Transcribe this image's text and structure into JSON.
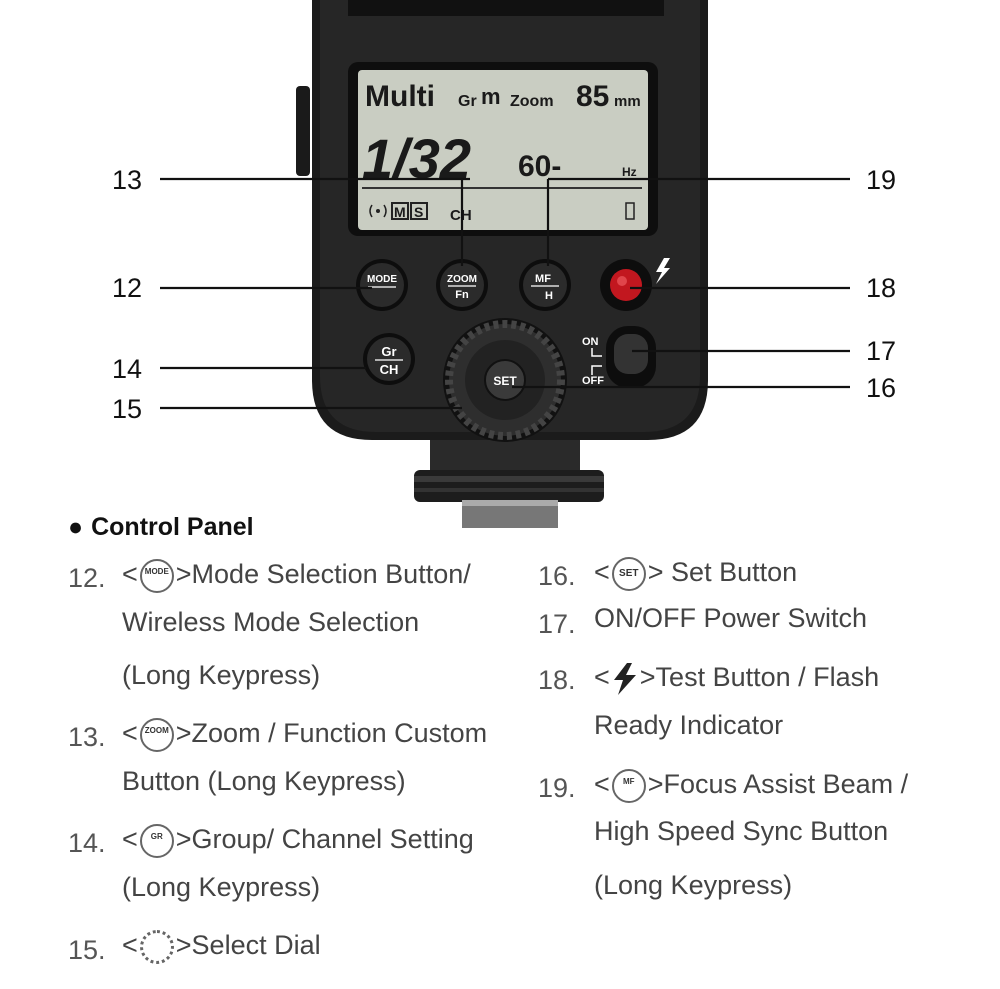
{
  "lcd": {
    "mode": "Multi",
    "group_label": "Gr",
    "group_value": "m",
    "zoom_label": "Zoom",
    "zoom_value": "85",
    "zoom_unit": "mm",
    "power": "1/32",
    "frequency": "60-",
    "freq_unit": "Hz",
    "channel_label": "CH",
    "m_label": "M",
    "s_label": "S"
  },
  "buttons": {
    "mode_top": "MODE",
    "zoom_top": "ZOOM",
    "zoom_bottom": "Fn",
    "mf_top": "MF",
    "mf_bottom": "H",
    "gr_top": "Gr",
    "gr_bottom": "CH",
    "set": "SET",
    "on": "ON",
    "off": "OFF"
  },
  "callouts": [
    "12",
    "13",
    "14",
    "15",
    "16",
    "17",
    "18",
    "19"
  ],
  "section_title": "Control Panel",
  "items": [
    {
      "num": "12.",
      "icon": "MODE",
      "line1": ">Mode Selection Button/",
      "line2": "Wireless Mode Selection",
      "line3": "(Long Keypress)"
    },
    {
      "num": "13.",
      "icon": "ZOOM",
      "line1": ">Zoom / Function Custom",
      "line2": "Button (Long Keypress)"
    },
    {
      "num": "14.",
      "icon": "GR",
      "line1": ">Group/ Channel Setting",
      "line2": "(Long Keypress)"
    },
    {
      "num": "15.",
      "icon": "dial",
      "line1": ">Select Dial"
    },
    {
      "num": "16.",
      "icon": "SET",
      "line1": "> Set Button"
    },
    {
      "num": "17.",
      "line1": "ON/OFF Power Switch"
    },
    {
      "num": "18.",
      "icon": "bolt",
      "line1": ">Test Button / Flash",
      "line2": "Ready Indicator"
    },
    {
      "num": "19.",
      "icon": "MF",
      "line1": ">Focus Assist Beam /",
      "line2": "High Speed Sync Button",
      "line3": "(Long Keypress)"
    }
  ],
  "lt": "<",
  "bullet": "●"
}
